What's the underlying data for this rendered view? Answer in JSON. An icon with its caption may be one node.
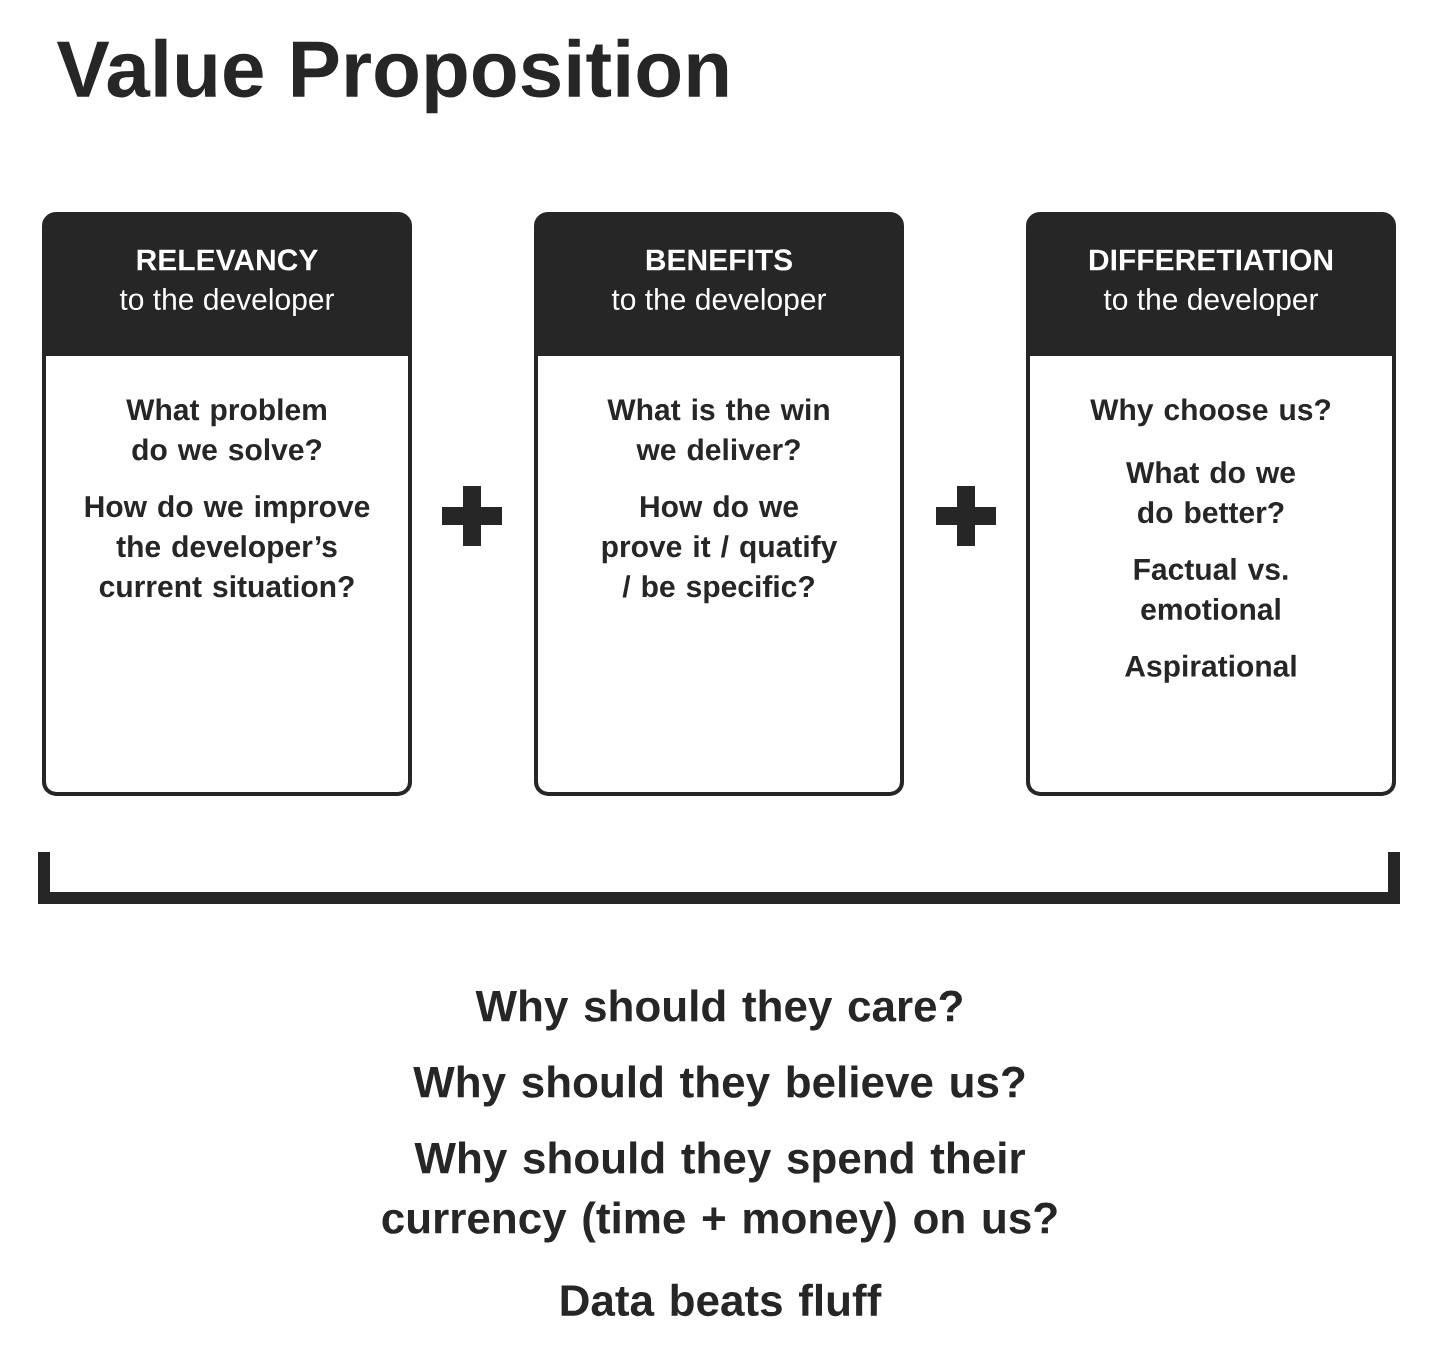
{
  "diagram": {
    "title": "Value Proposition",
    "nodes": [
      {
        "text": [
          "RELEVANCY",
          "to the developer",
          "What problem do we solve?",
          "How do we improve the developer’s current situation?"
        ]
      },
      {
        "text": [
          "BENEFITS",
          "to the developer",
          "What is the win we deliver?",
          "How do we prove it / quatify / be specific?"
        ]
      },
      {
        "text": [
          "DIFFERETIATION",
          "to the developer",
          "Why choose us?",
          "What do we do better?",
          "Factual vs. emotional",
          "Aspirational"
        ]
      }
    ],
    "labels": [
      "Why should they care?",
      "Why should they believe us?",
      "Why should they spend their currency (time + money) on us?",
      "Data beats fluff"
    ]
  }
}
